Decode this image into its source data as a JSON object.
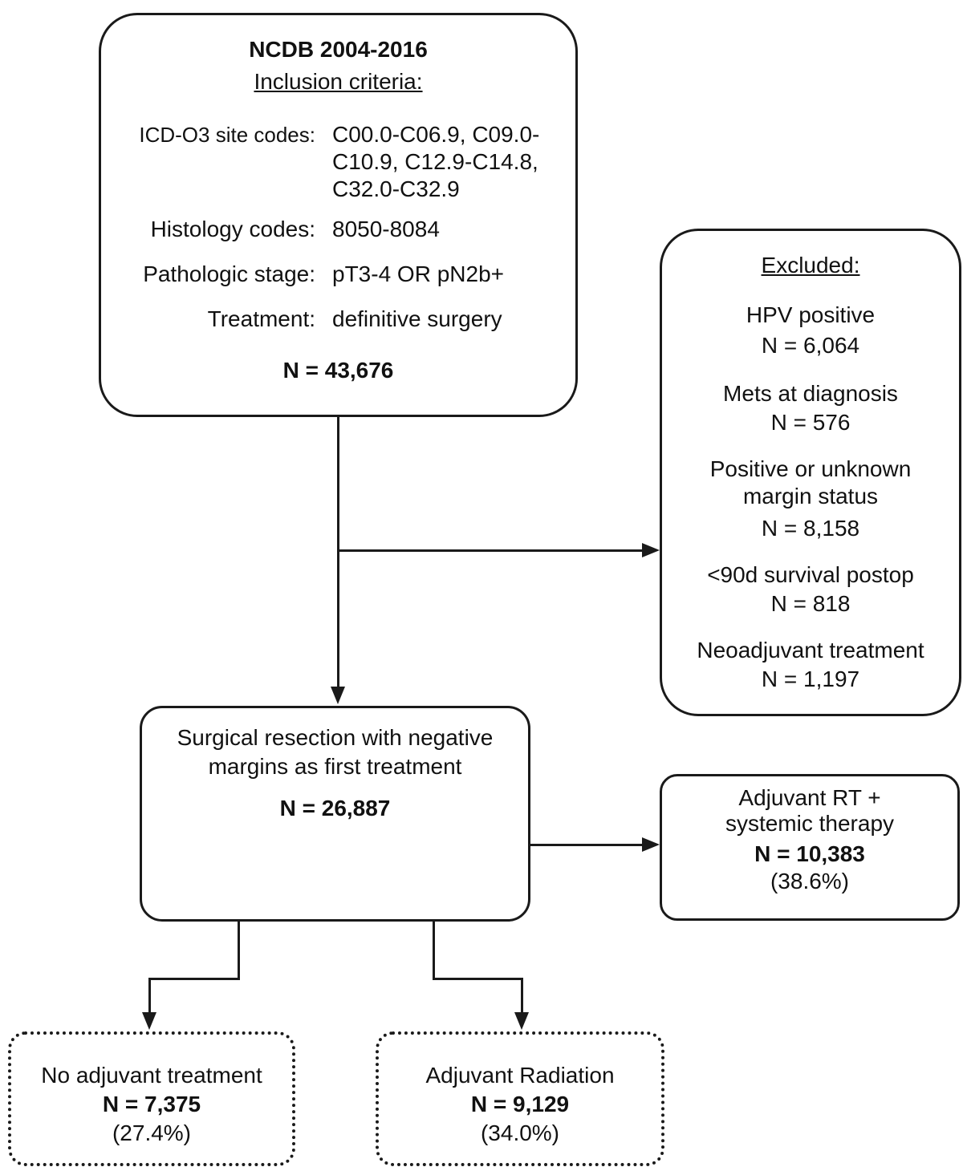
{
  "inclusion": {
    "title": "NCDB 2004-2016",
    "subtitle": "Inclusion criteria:",
    "criteria": [
      {
        "label": "ICD-O3 site codes:",
        "value": "C00.0-C06.9, C09.0-\nC10.9, C12.9-C14.8,\nC32.0-C32.9"
      },
      {
        "label": "Histology codes:",
        "value": "8050-8084"
      },
      {
        "label": "Pathologic stage:",
        "value": "pT3-4 OR pN2b+"
      },
      {
        "label": "Treatment:",
        "value": "definitive surgery"
      }
    ],
    "n": "N = 43,676"
  },
  "excluded": {
    "title": "Excluded:",
    "items": [
      {
        "label": "HPV positive",
        "n": "N = 6,064"
      },
      {
        "label": "Mets at diagnosis",
        "n": "N = 576"
      },
      {
        "label": "Positive or unknown\nmargin status",
        "n": "N = 8,158"
      },
      {
        "label": "<90d survival postop",
        "n": "N = 818"
      },
      {
        "label": "Neoadjuvant treatment",
        "n": "N = 1,197"
      }
    ]
  },
  "surgical": {
    "label_line1": "Surgical resection with negative",
    "label_line2": "margins as first treatment",
    "n": "N = 26,887"
  },
  "adjuvant_rt_sys": {
    "label_line1": "Adjuvant RT +",
    "label_line2": "systemic therapy",
    "n": "N = 10,383",
    "pct": "(38.6%)"
  },
  "no_adjuvant": {
    "label": "No adjuvant treatment",
    "n": "N = 7,375",
    "pct": "(27.4%)"
  },
  "adjuvant_rad": {
    "label": "Adjuvant Radiation",
    "n": "N = 9,129",
    "pct": "(34.0%)"
  }
}
